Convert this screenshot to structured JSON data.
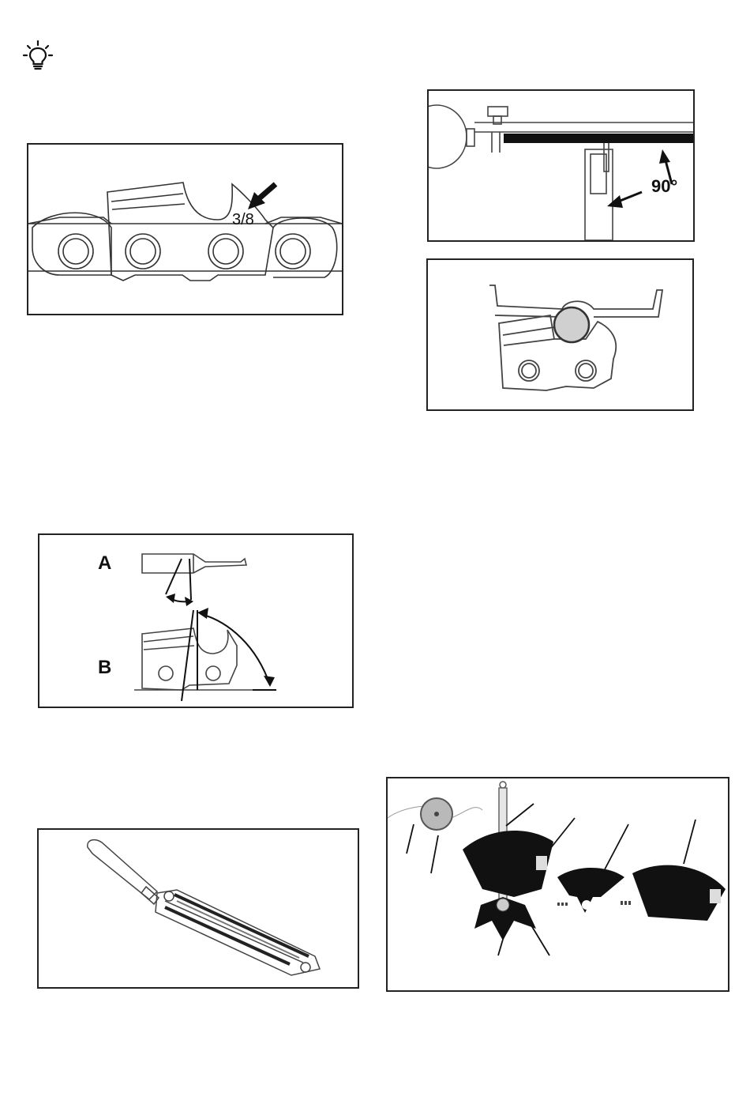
{
  "figures": {
    "chain_pitch": {
      "pitch_label": "3/8"
    },
    "depth_gauge_angle": {
      "angle_label": "90°"
    },
    "file_angles": {
      "label_a": "A",
      "label_b": "B"
    }
  },
  "icons": {
    "tip": "lightbulb-icon"
  }
}
